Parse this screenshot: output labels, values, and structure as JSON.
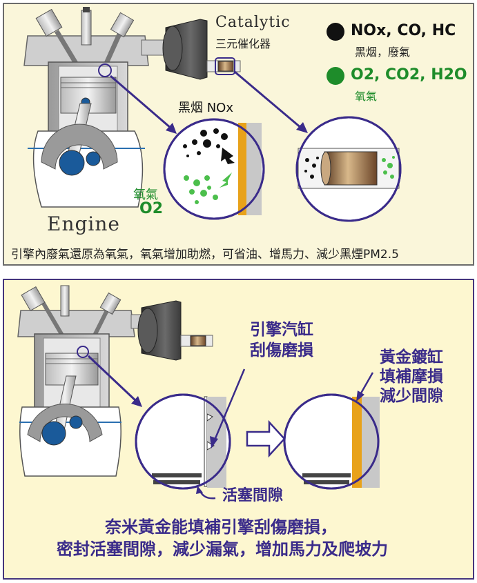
{
  "top": {
    "catalytic_title": "Catalytic",
    "catalytic_subtitle": "三元催化器",
    "legend_black_label": "NOx, CO, HC",
    "legend_black_sub": "黑烟，廢氣",
    "legend_green_label": "O2, CO2, H2O",
    "legend_green_sub": "氧氣",
    "zoom_label": "黑烟  NOx",
    "oxygen_label": "氧氣",
    "oxygen_formula": "O2",
    "engine_label": "Engine",
    "caption": "引擎內廢氣還原為氧氣，氧氣增加助燃，可省油、增馬力、減少黑煙PM2.5"
  },
  "bottom": {
    "scratch_label_1": "引擎汽缸",
    "scratch_label_2": "刮傷磨損",
    "gold_label_1": "黃金鍍缸",
    "gold_label_2": "填補摩損",
    "gold_label_3": "減少間隙",
    "gap_label": "活塞間隙",
    "caption_1": "奈米黃金能填補引擎刮傷磨損，",
    "caption_2": "密封活塞間隙，減少漏氣，增加馬力及爬坡力"
  },
  "colors": {
    "panel_top_bg": "#faf6da",
    "panel_bottom_bg": "#fdf7d0",
    "accent_purple": "#3a2b8a",
    "oxygen_green": "#1e8c2a",
    "gold": "#e8a21a"
  }
}
